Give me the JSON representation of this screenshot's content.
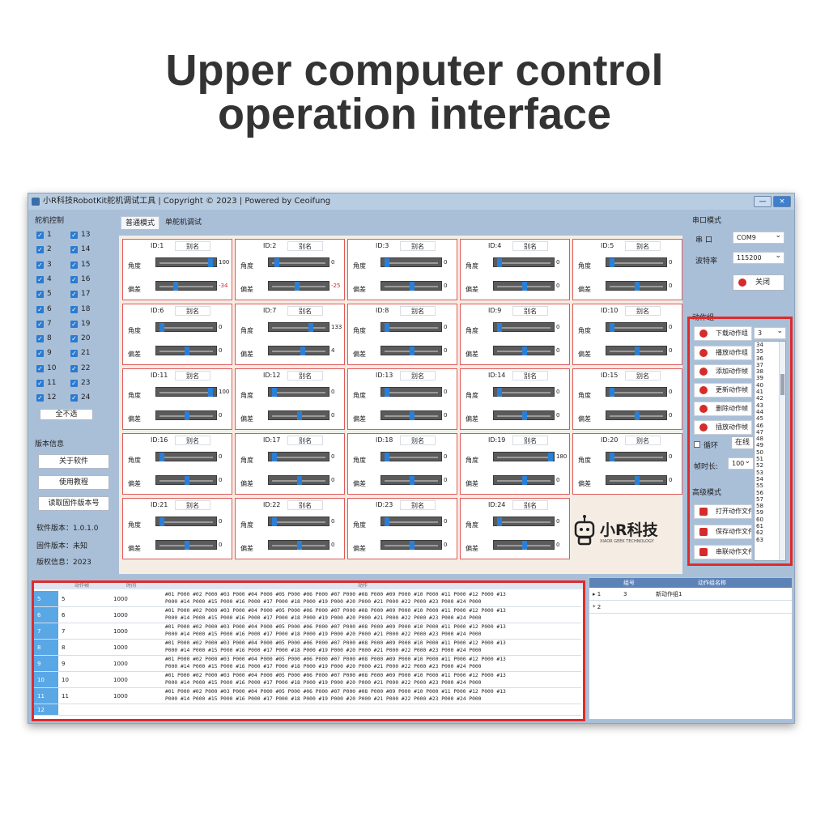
{
  "heading": {
    "line1": "Upper computer control",
    "line2": "operation interface"
  },
  "window": {
    "title": "小R科技RobotKit舵机调试工具 | Copyright © 2023 | Powered by Ceoifung",
    "buttons": [
      "—",
      "×"
    ]
  },
  "left": {
    "servo_control_title": "舵机控制",
    "checkboxes": [
      "1",
      "2",
      "3",
      "4",
      "5",
      "6",
      "7",
      "8",
      "9",
      "10",
      "11",
      "12",
      "13",
      "14",
      "15",
      "16",
      "17",
      "18",
      "19",
      "20",
      "21",
      "22",
      "23",
      "24"
    ],
    "deselect_all": "全不选",
    "version_title": "版本信息",
    "about_btn": "关于软件",
    "tutorial_btn": "使用教程",
    "read_fw_btn": "读取固件版本号",
    "sw_version": "软件版本：1.0.1.0",
    "fw_version": "固件版本：未知",
    "copyright_info": "版权信息：2023"
  },
  "tabs": {
    "normal": "普通模式",
    "single": "单舵机调试"
  },
  "servo_labels": {
    "alias": "别名",
    "angle": "角度",
    "offset": "偏差"
  },
  "servos": [
    {
      "id": "ID:1",
      "angle": "100",
      "offset": "-34",
      "angle_pos": 0.92,
      "offset_pos": 0.3
    },
    {
      "id": "ID:2",
      "angle": "0",
      "offset": "-25",
      "angle_pos": 0.1,
      "offset_pos": 0.45
    },
    {
      "id": "ID:3",
      "angle": "0",
      "offset": "0",
      "angle_pos": 0.05,
      "offset_pos": 0.5
    },
    {
      "id": "ID:4",
      "angle": "0",
      "offset": "0",
      "angle_pos": 0.05,
      "offset_pos": 0.5
    },
    {
      "id": "ID:5",
      "angle": "0",
      "offset": "0",
      "angle_pos": 0.05,
      "offset_pos": 0.5
    },
    {
      "id": "ID:6",
      "angle": "0",
      "offset": "0",
      "angle_pos": 0.05,
      "offset_pos": 0.5
    },
    {
      "id": "ID:7",
      "angle": "133",
      "offset": "4",
      "angle_pos": 0.7,
      "offset_pos": 0.55
    },
    {
      "id": "ID:8",
      "angle": "0",
      "offset": "0",
      "angle_pos": 0.05,
      "offset_pos": 0.5
    },
    {
      "id": "ID:9",
      "angle": "0",
      "offset": "0",
      "angle_pos": 0.05,
      "offset_pos": 0.5
    },
    {
      "id": "ID:10",
      "angle": "0",
      "offset": "0",
      "angle_pos": 0.05,
      "offset_pos": 0.5
    },
    {
      "id": "ID:11",
      "angle": "100",
      "offset": "0",
      "angle_pos": 0.92,
      "offset_pos": 0.5
    },
    {
      "id": "ID:12",
      "angle": "0",
      "offset": "0",
      "angle_pos": 0.05,
      "offset_pos": 0.5
    },
    {
      "id": "ID:13",
      "angle": "0",
      "offset": "0",
      "angle_pos": 0.05,
      "offset_pos": 0.5
    },
    {
      "id": "ID:14",
      "angle": "0",
      "offset": "0",
      "angle_pos": 0.05,
      "offset_pos": 0.5
    },
    {
      "id": "ID:15",
      "angle": "0",
      "offset": "0",
      "angle_pos": 0.05,
      "offset_pos": 0.5
    },
    {
      "id": "ID:16",
      "angle": "0",
      "offset": "0",
      "angle_pos": 0.05,
      "offset_pos": 0.5
    },
    {
      "id": "ID:17",
      "angle": "0",
      "offset": "0",
      "angle_pos": 0.05,
      "offset_pos": 0.5
    },
    {
      "id": "ID:18",
      "angle": "0",
      "offset": "0",
      "angle_pos": 0.05,
      "offset_pos": 0.5
    },
    {
      "id": "ID:19",
      "angle": "180",
      "offset": "0",
      "angle_pos": 0.95,
      "offset_pos": 0.5
    },
    {
      "id": "ID:20",
      "angle": "0",
      "offset": "0",
      "angle_pos": 0.05,
      "offset_pos": 0.5
    },
    {
      "id": "ID:21",
      "angle": "0",
      "offset": "0",
      "angle_pos": 0.05,
      "offset_pos": 0.5
    },
    {
      "id": "ID:22",
      "angle": "0",
      "offset": "0",
      "angle_pos": 0.05,
      "offset_pos": 0.5
    },
    {
      "id": "ID:23",
      "angle": "0",
      "offset": "0",
      "angle_pos": 0.05,
      "offset_pos": 0.5
    },
    {
      "id": "ID:24",
      "angle": "0",
      "offset": "0",
      "angle_pos": 0.05,
      "offset_pos": 0.5
    }
  ],
  "logo": {
    "name": "小R科技",
    "tagline": "XIAOR GEEK TECHNOLOGY"
  },
  "serial": {
    "title": "串口模式",
    "port_label": "串 口",
    "port_value": "COM9",
    "baud_label": "波特率",
    "baud_value": "115200",
    "close_btn": "关闭"
  },
  "action_group": {
    "title": "动作组",
    "download_btn": "下载动作组",
    "group_select": "3",
    "buttons": [
      "播放动作组",
      "添加动作帧",
      "更新动作帧",
      "删除动作帧",
      "插放动作帧"
    ],
    "loop_label": "循环",
    "online_btn": "在线",
    "frame_time_label": "帧时长:",
    "frame_time_value": "100",
    "options": [
      "34",
      "35",
      "36",
      "37",
      "38",
      "39",
      "40",
      "41",
      "42",
      "43",
      "44",
      "45",
      "46",
      "47",
      "48",
      "49",
      "50",
      "51",
      "52",
      "53",
      "54",
      "55",
      "56",
      "57",
      "58",
      "59",
      "60",
      "61",
      "62",
      "63"
    ]
  },
  "advanced": {
    "title": "高级模式",
    "buttons": [
      "打开动作文件",
      "保存动作文件",
      "串联动作文件"
    ]
  },
  "frame_table": {
    "headers": [
      "动作帧",
      "时间",
      "动作"
    ],
    "rows": [
      {
        "idx": "5",
        "num": "5",
        "time": "1000",
        "cmd1": "#01 P000 #02 P000 #03 P000 #04 P000 #05 P000 #06 P000 #07 P000 #08 P000 #09 P000 #10 P000 #11 P000 #12 P000 #13",
        "cmd2": "P000 #14 P000 #15 P000 #16 P000 #17 P000 #18 P000 #19 P000 #20 P000 #21 P000 #22 P000 #23 P000 #24 P000"
      },
      {
        "idx": "6",
        "num": "6",
        "time": "1000",
        "cmd1": "#01 P000 #02 P000 #03 P000 #04 P000 #05 P000 #06 P000 #07 P000 #08 P000 #09 P000 #10 P000 #11 P000 #12 P000 #13",
        "cmd2": "P000 #14 P000 #15 P000 #16 P000 #17 P000 #18 P000 #19 P000 #20 P000 #21 P000 #22 P000 #23 P000 #24 P000"
      },
      {
        "idx": "7",
        "num": "7",
        "time": "1000",
        "cmd1": "#01 P000 #02 P000 #03 P000 #04 P000 #05 P000 #06 P000 #07 P000 #08 P000 #09 P000 #10 P000 #11 P000 #12 P000 #13",
        "cmd2": "P000 #14 P000 #15 P000 #16 P000 #17 P000 #18 P000 #19 P000 #20 P000 #21 P000 #22 P000 #23 P000 #24 P000"
      },
      {
        "idx": "8",
        "num": "8",
        "time": "1000",
        "cmd1": "#01 P000 #02 P000 #03 P000 #04 P000 #05 P000 #06 P000 #07 P000 #08 P000 #09 P000 #10 P000 #11 P000 #12 P000 #13",
        "cmd2": "P000 #14 P000 #15 P000 #16 P000 #17 P000 #18 P000 #19 P000 #20 P000 #21 P000 #22 P000 #23 P000 #24 P000"
      },
      {
        "idx": "9",
        "num": "9",
        "time": "1000",
        "cmd1": "#01 P000 #02 P000 #03 P000 #04 P000 #05 P000 #06 P000 #07 P000 #08 P000 #09 P000 #10 P000 #11 P000 #12 P000 #13",
        "cmd2": "P000 #14 P000 #15 P000 #16 P000 #17 P000 #18 P000 #19 P000 #20 P000 #21 P000 #22 P000 #23 P000 #24 P000"
      },
      {
        "idx": "10",
        "num": "10",
        "time": "1000",
        "cmd1": "#01 P000 #02 P000 #03 P000 #04 P000 #05 P000 #06 P000 #07 P000 #08 P000 #09 P000 #10 P000 #11 P000 #12 P000 #13",
        "cmd2": "P000 #14 P000 #15 P000 #16 P000 #17 P000 #18 P000 #19 P000 #20 P000 #21 P000 #22 P000 #23 P000 #24 P000"
      },
      {
        "idx": "11",
        "num": "11",
        "time": "1000",
        "cmd1": "#01 P000 #02 P000 #03 P000 #04 P000 #05 P000 #06 P000 #07 P000 #08 P000 #09 P000 #10 P000 #11 P000 #12 P000 #13",
        "cmd2": "P000 #14 P000 #15 P000 #16 P000 #17 P000 #18 P000 #19 P000 #20 P000 #21 P000 #22 P000 #23 P000 #24 P000"
      }
    ],
    "last_idx": "12"
  },
  "group_table": {
    "headers": [
      "组号",
      "动作组名称"
    ],
    "rows": [
      {
        "marker": "▸ 1",
        "num": "3",
        "name": "新动作组1"
      },
      {
        "marker": "* 2",
        "num": "",
        "name": ""
      }
    ]
  },
  "colors": {
    "accent": "#2a7bd1",
    "highlight": "#e02a2a",
    "panel": "#a9bfd8"
  }
}
